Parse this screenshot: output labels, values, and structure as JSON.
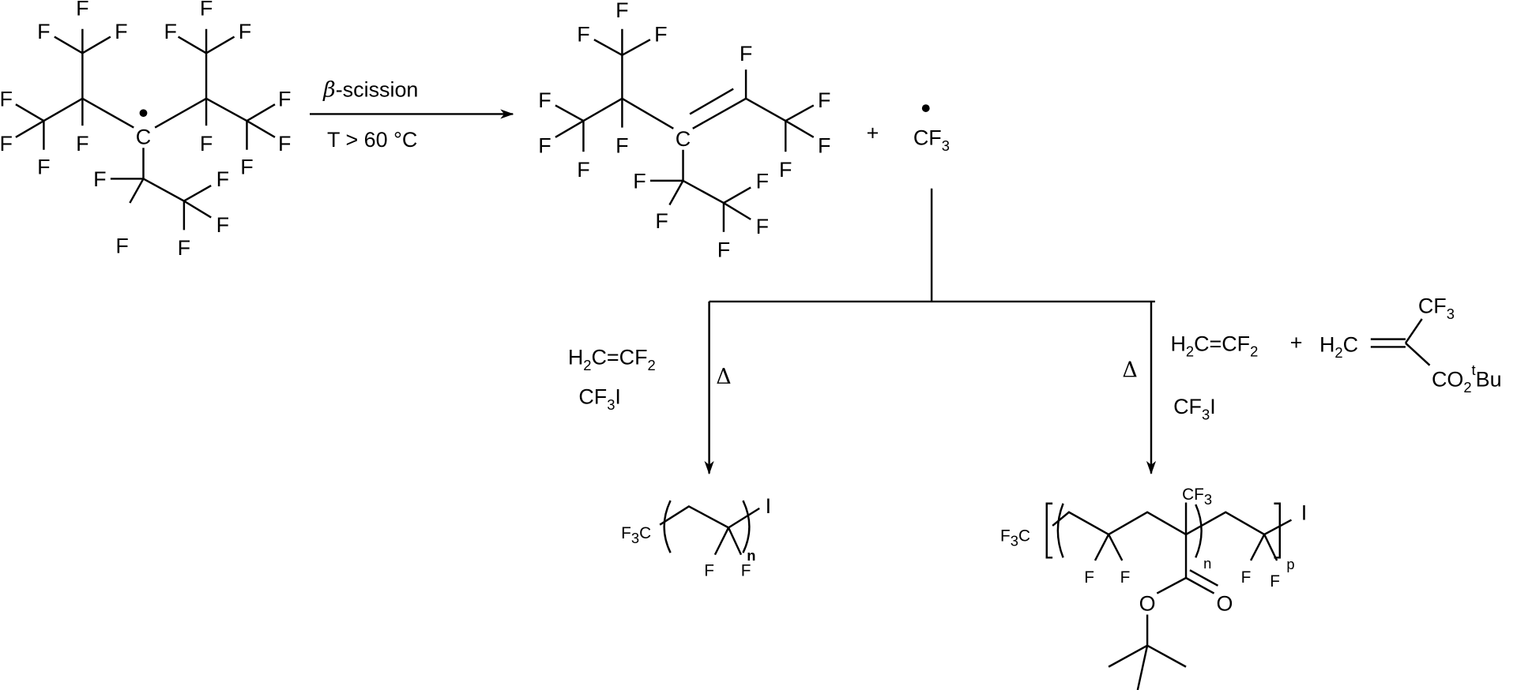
{
  "atoms": {
    "F": "F",
    "C": "C",
    "O": "O",
    "I": "I"
  },
  "reaction1": {
    "above": "β-scission",
    "beta": "β",
    "scission": "-scission",
    "below": "T > 60 °C"
  },
  "plus": "+",
  "radical": {
    "C": "C",
    "F": "F",
    "sub3": "3"
  },
  "left_branch": {
    "delta": "Δ",
    "reagent1": {
      "H": "H",
      "sub2": "2",
      "mid": "C=CF",
      "sub2b": "2"
    },
    "reagent2": {
      "CF": "CF",
      "sub3": "3",
      "I": "I"
    },
    "product": {
      "F": "F",
      "sub3": "3",
      "C": "C",
      "n": "n",
      "I": "I"
    }
  },
  "right_branch": {
    "delta": "Δ",
    "reagent1": {
      "H": "H",
      "sub2": "2",
      "mid": "C=CF",
      "sub2b": "2"
    },
    "reagent2": {
      "CF": "CF",
      "sub3": "3",
      "I": "I"
    },
    "monomer": {
      "H": "H",
      "sub2": "2",
      "C": "C",
      "CF": "CF",
      "sub3": "3",
      "CO": "CO",
      "sub2b": "2",
      "t": "t",
      "Bu": "Bu"
    },
    "product": {
      "F": "F",
      "sub3": "3",
      "C": "C",
      "n": "n",
      "p": "p",
      "I": "I",
      "CF": "CF"
    }
  }
}
